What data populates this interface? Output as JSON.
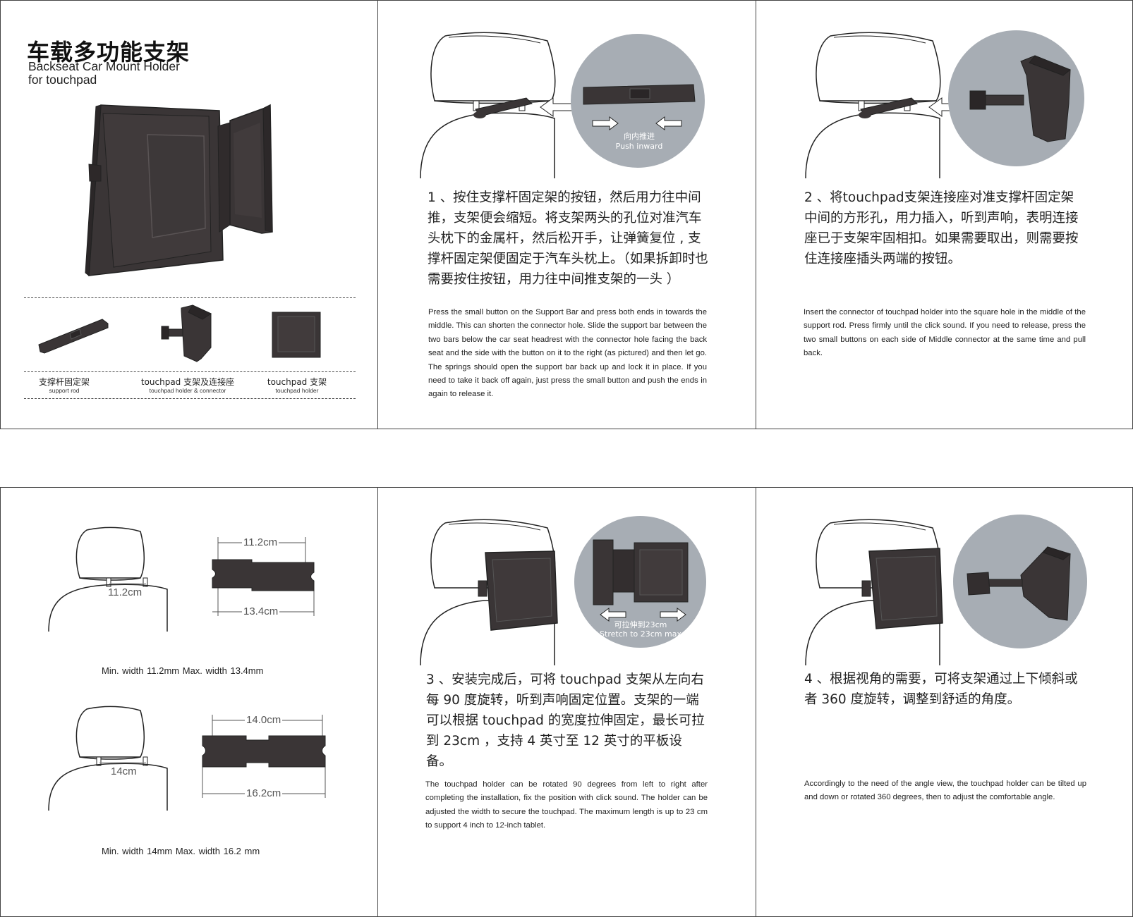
{
  "panel1": {
    "title_cn": "车载多功能支架",
    "title_en_1": "Backseat Car Mount Holder",
    "title_en_2": "for touchpad",
    "parts": [
      {
        "cn": "支撑杆固定架",
        "en": "support rod"
      },
      {
        "cn": "touchpad 支架及连接座",
        "en": "touchpad holder & connector"
      },
      {
        "cn": "touchpad 支架",
        "en": "touchpad holder"
      }
    ]
  },
  "panel2": {
    "callout_cn": "向内推进",
    "callout_en": "Push inward",
    "step_cn": "1 、按住支撑杆固定架的按钮，然后用力往中间推，支架便会缩短。将支架两头的孔位对准汽车头枕下的金属杆，然后松开手，让弹簧复位 , 支撑杆固定架便固定于汽车头枕上。（如果拆卸时也需要按住按钮，用力往中间推支架的一头 ）",
    "step_en": "Press the small button on the Support Bar and press both ends in towards the middle. This can shorten the connector hole. Slide the support bar between the two bars below the car seat headrest with the connector hole facing the back seat and the side with the button on it to the right (as pictured) and then let go. The springs should open the support bar back up and lock it in place. If you need to take it back off again, just press the small button and push the ends in again to release it."
  },
  "panel3": {
    "step_cn": "2 、将touchpad支架连接座对准支撑杆固定架中间的方形孔，用力插入，听到声响，表明连接座已于支架牢固相扣。如果需要取出，则需要按住连接座插头两端的按钮。",
    "step_en": "Insert the connector of touchpad holder into the square hole in the middle of the support rod. Press firmly until the click sound. If you need to release, press the two small buttons on each side of Middle connector at the same time and pull back."
  },
  "panel4": {
    "fig1": {
      "gap": "11.2cm",
      "min": "11.2cm",
      "max": "13.4cm",
      "caption": "Min. width 11.2mm   Max. width 13.4mm"
    },
    "fig2": {
      "gap": "14cm",
      "min": "14.0cm",
      "max": "16.2cm",
      "caption": "Min. width 14mm   Max. width 16.2 mm"
    }
  },
  "panel5": {
    "callout_cn": "可拉伸到23cm",
    "callout_en": "Stretch to 23cm max",
    "step_cn": "3 、安装完成后，可将 touchpad 支架从左向右每 90 度旋转，听到声响固定位置。支架的一端可以根据 touchpad 的宽度拉伸固定，最长可拉到 23cm ，支持 4 英寸至 12 英寸的平板设备。",
    "step_en": "The touchpad holder can be rotated 90 degrees from left to right after completing the installation, fix the position with click sound. The holder can be adjusted the width to secure the touchpad. The maximum length is up to 23 cm to support 4 inch to 12-inch tablet."
  },
  "panel6": {
    "step_cn": "4 、根据视角的需要，可将支架通过上下倾斜或者 360 度旋转，调整到舒适的角度。",
    "step_en": "Accordingly to the need of the angle view, the touchpad holder can be tilted up and down or rotated 360 degrees, then to adjust the comfortable angle."
  },
  "colors": {
    "callout_circle": "#a7adb4",
    "product": "#3a3536",
    "outline": "#222222"
  }
}
